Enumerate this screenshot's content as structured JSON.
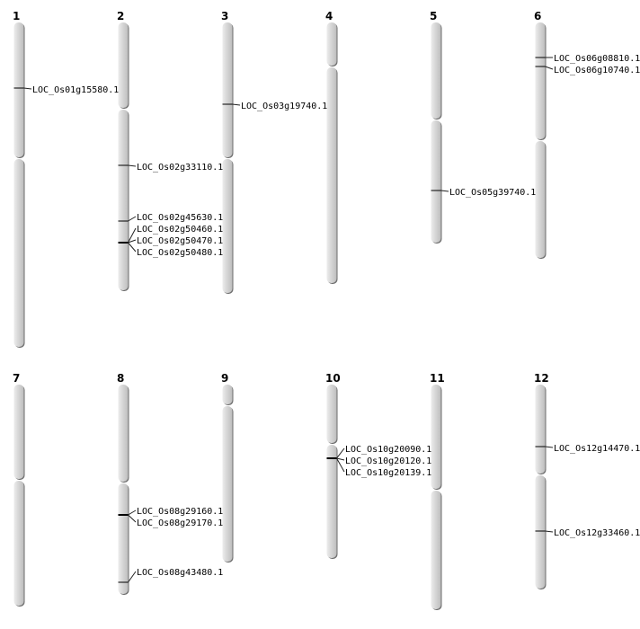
{
  "title": "Chromosome gene location map",
  "colors": {
    "chromosome": "#d4d4d4",
    "edge": "#6e6e6e",
    "marker": "#000000"
  },
  "chromosomes": [
    {
      "name": "1",
      "genes": [
        "LOC_Os01g15580.1"
      ]
    },
    {
      "name": "2",
      "genes": [
        "LOC_Os02g33110.1",
        "LOC_Os02g45630.1",
        "LOC_Os02g50460.1",
        "LOC_Os02g50470.1",
        "LOC_Os02g50480.1"
      ]
    },
    {
      "name": "3",
      "genes": [
        "LOC_Os03g19740.1"
      ]
    },
    {
      "name": "4",
      "genes": []
    },
    {
      "name": "5",
      "genes": [
        "LOC_Os05g39740.1"
      ]
    },
    {
      "name": "6",
      "genes": [
        "LOC_Os06g08810.1",
        "LOC_Os06g10740.1"
      ]
    },
    {
      "name": "7",
      "genes": []
    },
    {
      "name": "8",
      "genes": [
        "LOC_Os08g29160.1",
        "LOC_Os08g29170.1",
        "LOC_Os08g43480.1"
      ]
    },
    {
      "name": "9",
      "genes": []
    },
    {
      "name": "10",
      "genes": [
        "LOC_Os10g20090.1",
        "LOC_Os10g20120.1",
        "LOC_Os10g20139.1"
      ]
    },
    {
      "name": "11",
      "genes": []
    },
    {
      "name": "12",
      "genes": [
        "LOC_Os12g14470.1",
        "LOC_Os12g33460.1"
      ]
    }
  ]
}
